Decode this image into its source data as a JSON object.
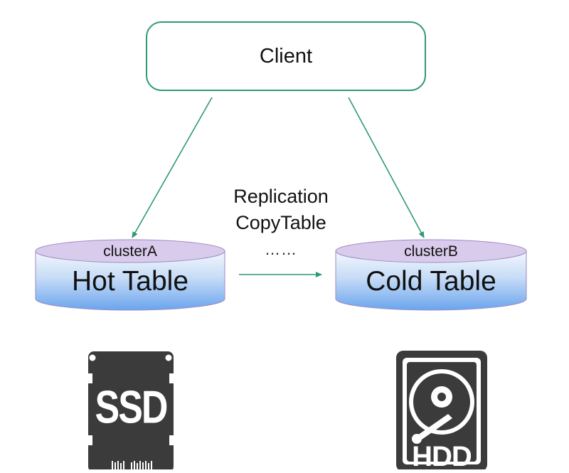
{
  "client": {
    "label": "Client"
  },
  "replication": {
    "line1": "Replication",
    "line2": "CopyTable",
    "ellipsis": "……"
  },
  "cluster_a": {
    "cluster_label": "clusterA",
    "table_label": "Hot Table",
    "storage_icon": "ssd-icon",
    "storage_text": "SSD"
  },
  "cluster_b": {
    "cluster_label": "clusterB",
    "table_label": "Cold Table",
    "storage_icon": "hdd-icon",
    "storage_text": "HDD"
  },
  "colors": {
    "arrow": "#2e9a72",
    "box_border": "#2e9a72",
    "db_top": "#d7c8ea",
    "db_body_top": "#eef4fc",
    "db_body_bottom": "#6fa9ee",
    "icon_dark": "#3a3a3a"
  }
}
